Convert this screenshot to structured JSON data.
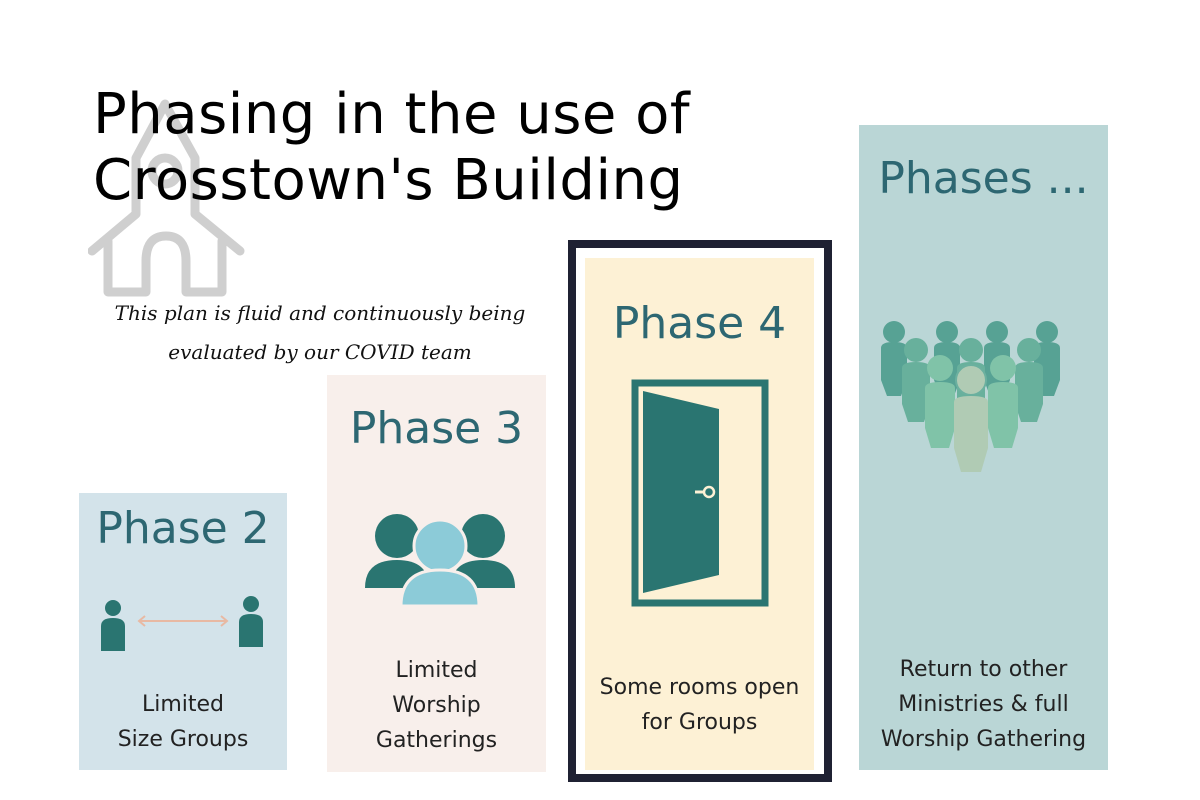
{
  "title": {
    "line1": "Phasing in the use of",
    "line2": "Crosstown's Building"
  },
  "subtitle": {
    "line1": "This plan is fluid and continuously being",
    "line2": "evaluated by our COVID team"
  },
  "phases": [
    {
      "heading": "Phase 2",
      "lines": [
        "Limited",
        "Size Groups"
      ],
      "icon": "distanced-people-icon"
    },
    {
      "heading": "Phase 3",
      "lines": [
        "Limited",
        "Worship",
        "Gatherings"
      ],
      "icon": "group-icon"
    },
    {
      "heading": "Phase 4",
      "lines": [
        "Some rooms open",
        "for Groups"
      ],
      "icon": "open-door-icon",
      "highlighted": true
    },
    {
      "heading": "Phases ...",
      "lines": [
        "Return to other",
        "Ministries & full",
        "Worship Gathering"
      ],
      "icon": "crowd-icon"
    }
  ],
  "colors": {
    "heading": "#2d6772",
    "phase2_bg": "#d3e3ea",
    "phase3_bg": "#f8efeb",
    "phase4_bg": "#fdf1d5",
    "phases_bg": "#bad6d6",
    "frame": "#1f2133",
    "teal": "#2a7571"
  }
}
